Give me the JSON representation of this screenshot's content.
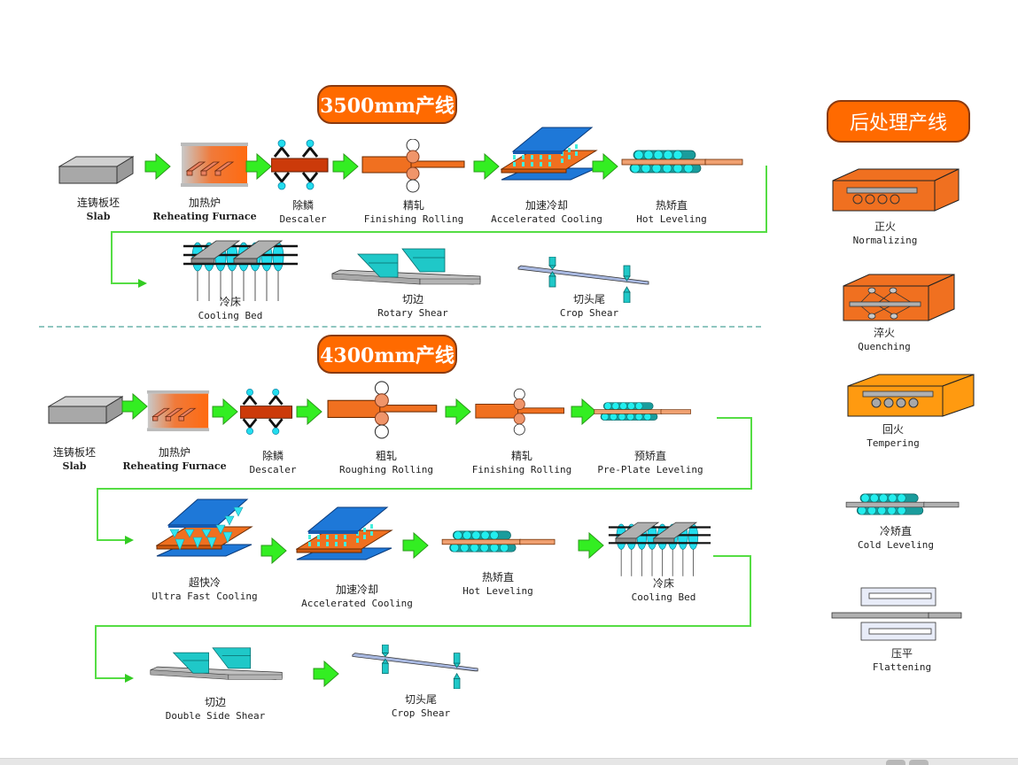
{
  "lines": {
    "line_3500": {
      "badge": "3500mm产线",
      "steps": [
        {
          "cn": "连铸板坯",
          "en": "Slab",
          "icon": "slab-icon"
        },
        {
          "cn": "加热炉",
          "en": "Reheating Furnace",
          "icon": "furnace-icon"
        },
        {
          "cn": "除鳞",
          "en": "Descaler",
          "icon": "descaler-icon"
        },
        {
          "cn": "精轧",
          "en": "Finishing Rolling",
          "icon": "rolling-mill-icon"
        },
        {
          "cn": "加速冷却",
          "en": "Accelerated Cooling",
          "icon": "accelerated-cooling-icon"
        },
        {
          "cn": "热矫直",
          "en": "Hot Leveling",
          "icon": "leveler-icon"
        },
        {
          "cn": "冷床",
          "en": "Cooling Bed",
          "icon": "cooling-bed-icon"
        },
        {
          "cn": "切边",
          "en": "Rotary Shear",
          "icon": "edge-shear-icon"
        },
        {
          "cn": "切头尾",
          "en": "Crop Shear",
          "icon": "crop-shear-icon"
        }
      ]
    },
    "line_4300": {
      "badge": "4300mm产线",
      "steps": [
        {
          "cn": "连铸板坯",
          "en": "Slab",
          "icon": "slab-icon"
        },
        {
          "cn": "加热炉",
          "en": "Reheating Furnace",
          "icon": "furnace-icon"
        },
        {
          "cn": "除鳞",
          "en": "Descaler",
          "icon": "descaler-icon"
        },
        {
          "cn": "粗轧",
          "en": "Roughing Rolling",
          "icon": "rolling-mill-icon"
        },
        {
          "cn": "精轧",
          "en": "Finishing Rolling",
          "icon": "rolling-mill-icon"
        },
        {
          "cn": "预矫直",
          "en": "Pre-Plate Leveling",
          "icon": "leveler-icon"
        },
        {
          "cn": "超快冷",
          "en": "Ultra Fast Cooling",
          "icon": "ultra-fast-cooling-icon"
        },
        {
          "cn": "加速冷却",
          "en": "Accelerated Cooling",
          "icon": "accelerated-cooling-icon"
        },
        {
          "cn": "热矫直",
          "en": "Hot Leveling",
          "icon": "leveler-icon"
        },
        {
          "cn": "冷床",
          "en": "Cooling Bed",
          "icon": "cooling-bed-icon"
        },
        {
          "cn": "切边",
          "en": "Double Side Shear",
          "icon": "edge-shear-icon"
        },
        {
          "cn": "切头尾",
          "en": "Crop Shear",
          "icon": "crop-shear-icon"
        }
      ]
    },
    "post_treatment": {
      "badge": "后处理产线",
      "steps": [
        {
          "cn": "正火",
          "en": "Normalizing",
          "icon": "normalizing-furnace-icon"
        },
        {
          "cn": "淬火",
          "en": "Quenching",
          "icon": "quenching-furnace-icon"
        },
        {
          "cn": "回火",
          "en": "Tempering",
          "icon": "tempering-furnace-icon"
        },
        {
          "cn": "冷矫直",
          "en": "Cold Leveling",
          "icon": "cold-leveler-icon"
        },
        {
          "cn": "压平",
          "en": "Flattening",
          "icon": "flattening-press-icon"
        }
      ]
    }
  },
  "colors": {
    "badge_orange": "#ff6a00",
    "arrow_green": "#33ee22",
    "connector_green": "#55dd44",
    "steel_orange": "#f07020",
    "cooling_blue": "#1e78d8",
    "roller_cyan": "#22dddd",
    "slab_grey": "#a0a0a0"
  }
}
